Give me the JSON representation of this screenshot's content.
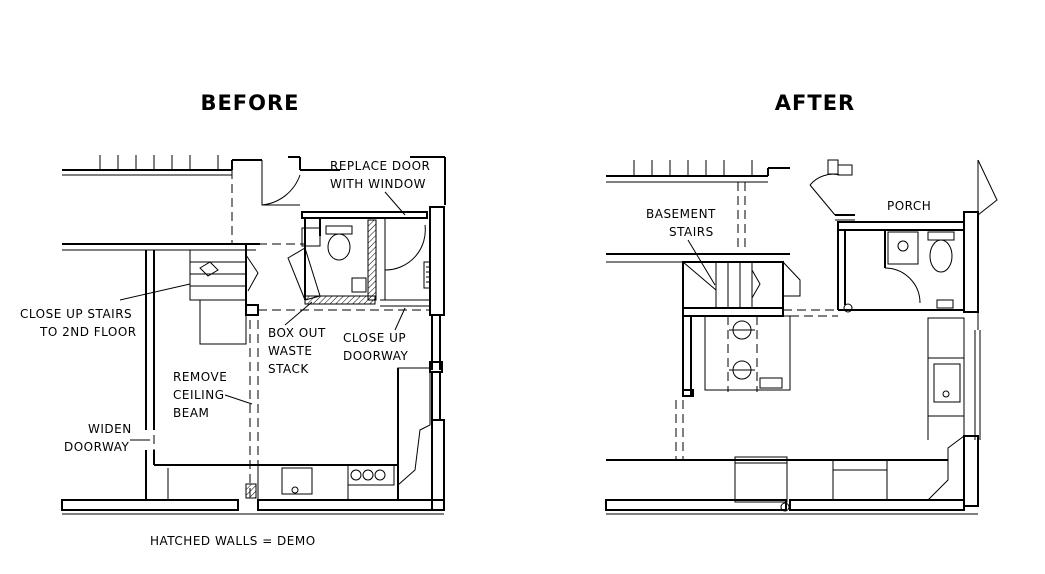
{
  "before": {
    "title": "BEFORE",
    "notes": {
      "replace_door": [
        "REPLACE DOOR",
        "WITH WINDOW"
      ],
      "close_stairs": [
        "CLOSE UP STAIRS",
        "TO 2ND FLOOR"
      ],
      "box_out": [
        "BOX OUT",
        "WASTE",
        "STACK"
      ],
      "close_doorway": [
        "CLOSE UP",
        "DOORWAY"
      ],
      "remove_beam": [
        "REMOVE",
        "CEILING",
        "BEAM"
      ],
      "widen_doorway": [
        "WIDEN",
        "DOORWAY"
      ]
    },
    "legend": "HATCHED WALLS = DEMO"
  },
  "after": {
    "title": "AFTER",
    "notes": {
      "porch": "PORCH",
      "basement_stairs": [
        "BASEMENT",
        "STAIRS"
      ]
    }
  }
}
